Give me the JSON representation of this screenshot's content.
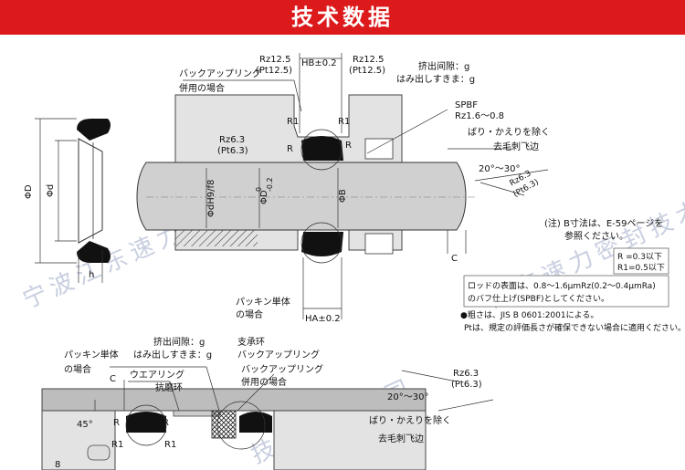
{
  "banner": {
    "title": "技术数据",
    "color": "#dc1a1c"
  },
  "top": {
    "backup_label": [
      "バックアップリング",
      "併用の場合"
    ],
    "surf_left": [
      "Rz12.5",
      "(Pt12.5)"
    ],
    "surf_right": [
      "Rz12.5",
      "(Pt12.5)"
    ],
    "groove_width": "HB±0.2",
    "gap_label": [
      "挤出间隙：g",
      "はみ出しすきま：g"
    ],
    "spbf_label": [
      "SPBF",
      "Rz1.6～0.8"
    ],
    "r1": "R1",
    "r": "R",
    "rz63": [
      "Rz6.3",
      "(Pt6.3)"
    ],
    "phi_dh9": "ΦdH9/f8",
    "phi_d_tol": "ΦD",
    "phi_d_sup": "0",
    "phi_d_sub": "-0.2",
    "phi_b": "ΦB",
    "deburr": [
      "ばり・かえりを除く",
      "去毛刺飞边"
    ],
    "angle": "20°～30°",
    "rz63_right": [
      "Rz6.3",
      "(Pt6.3)"
    ],
    "note_b": [
      "(注) B寸法は、E-59ページを",
      "参照ください。"
    ],
    "packing_label": [
      "パッキン単体",
      "の場合"
    ],
    "groove_width_a": "HA±0.2",
    "c": "C",
    "r_box": [
      "R =0.3以下",
      "R1=0.5以下"
    ],
    "rod_note": [
      "ロッドの表面は、0.8～1.6μmRz(0.2～0.4μmRa)",
      "のバフ仕上げ(SPBF)としてください。"
    ],
    "rough_note": [
      "●粗さは、JIS B 0601:2001による。",
      "Ptは、規定の評価長さが確保できない場合に適用ください。"
    ]
  },
  "left": {
    "phi_D": "ΦD",
    "phi_d": "Φd",
    "h": "h"
  },
  "bottom": {
    "gap_label": [
      "挤出间隙：g",
      "はみ出しすきま：g"
    ],
    "support_label": [
      "支承环",
      "バックアップリング"
    ],
    "packing_label": [
      "パッキン単体",
      "の場合"
    ],
    "c": "C",
    "wear_ring": "ウエアリング",
    "wear_ring_cn": "抗磨环",
    "backup_label": [
      "バックアップリング",
      "併用の場合"
    ],
    "rz63": [
      "Rz6.3",
      "(Pt6.3)"
    ],
    "angle": "20°～30°",
    "angle45": "45°",
    "deburr": [
      "ばり・かえりを除く",
      "去毛刺飞边"
    ],
    "r": "R",
    "r1": "R1",
    "dim8": "8"
  },
  "watermarks": [
    "宁波江东速力密封技术有限公司",
    "江东速力密封技术有限公司",
    "技术有限公司"
  ]
}
